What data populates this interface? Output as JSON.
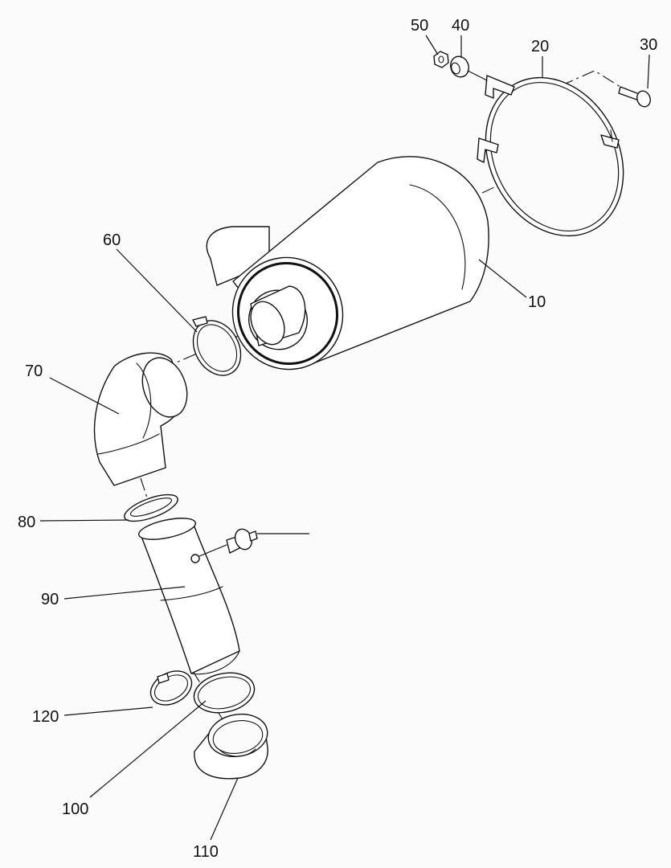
{
  "callouts": [
    {
      "id": "10",
      "text": "10"
    },
    {
      "id": "20",
      "text": "20"
    },
    {
      "id": "30",
      "text": "30"
    },
    {
      "id": "40",
      "text": "40"
    },
    {
      "id": "50",
      "text": "50"
    },
    {
      "id": "60",
      "text": "60"
    },
    {
      "id": "70",
      "text": "70"
    },
    {
      "id": "80",
      "text": "80"
    },
    {
      "id": "90",
      "text": "90"
    },
    {
      "id": "100",
      "text": "100"
    },
    {
      "id": "110",
      "text": "110"
    },
    {
      "id": "120",
      "text": "120"
    }
  ]
}
